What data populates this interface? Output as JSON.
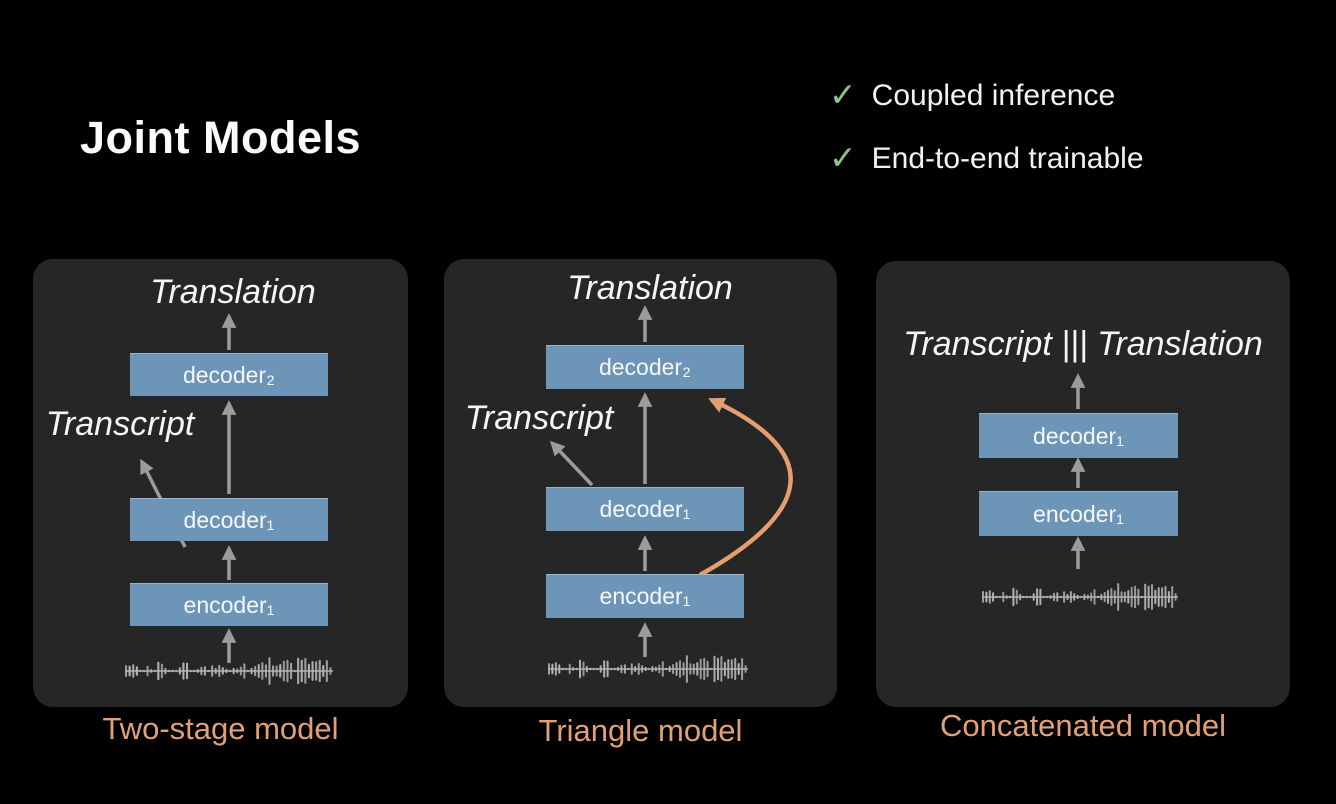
{
  "title": "Joint Models",
  "checklist": {
    "check_icon": "✓",
    "items": [
      {
        "label": "Coupled inference"
      },
      {
        "label": "End-to-end trainable"
      }
    ]
  },
  "panels": {
    "two_stage": {
      "caption": "Two-stage model",
      "translation_label": "Translation",
      "transcript_label": "Transcript",
      "decoder2_label": "decoder₂",
      "decoder1_label": "decoder₁",
      "encoder1_label": "encoder₁"
    },
    "triangle": {
      "caption": "Triangle model",
      "translation_label": "Translation",
      "transcript_label": "Transcript",
      "decoder2_label": "decoder₂",
      "decoder1_label": "decoder₁",
      "encoder1_label": "encoder₁"
    },
    "concatenated": {
      "caption": "Concatenated model",
      "output_label": "Transcript ||| Translation",
      "decoder1_label": "decoder₁",
      "encoder1_label": "encoder₁"
    }
  },
  "colors": {
    "background": "#000000",
    "panel_background": "#262627",
    "box_blue": "#6d95b8",
    "arrow_gray": "#9b9b9b",
    "accent_orange": "#e2a077",
    "check_green": "#8cc48c",
    "waveform_gray": "#b8b8b8"
  }
}
